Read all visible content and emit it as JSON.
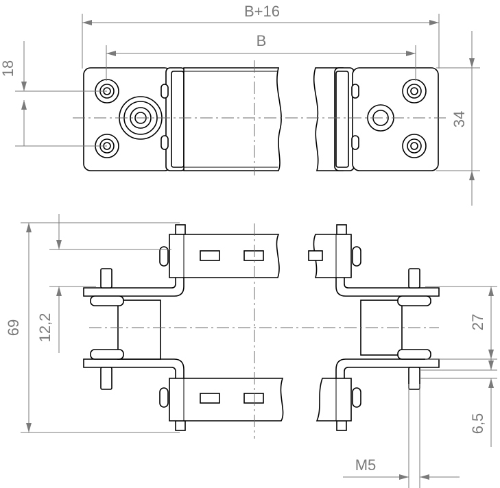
{
  "dimensions": {
    "width_b16": "B+16",
    "width_b": "B",
    "height_18": "18",
    "height_34": "34",
    "height_69": "69",
    "height_12_2": "12,2",
    "height_27": "27",
    "height_6_5": "6,5",
    "thread_m5": "M5"
  }
}
